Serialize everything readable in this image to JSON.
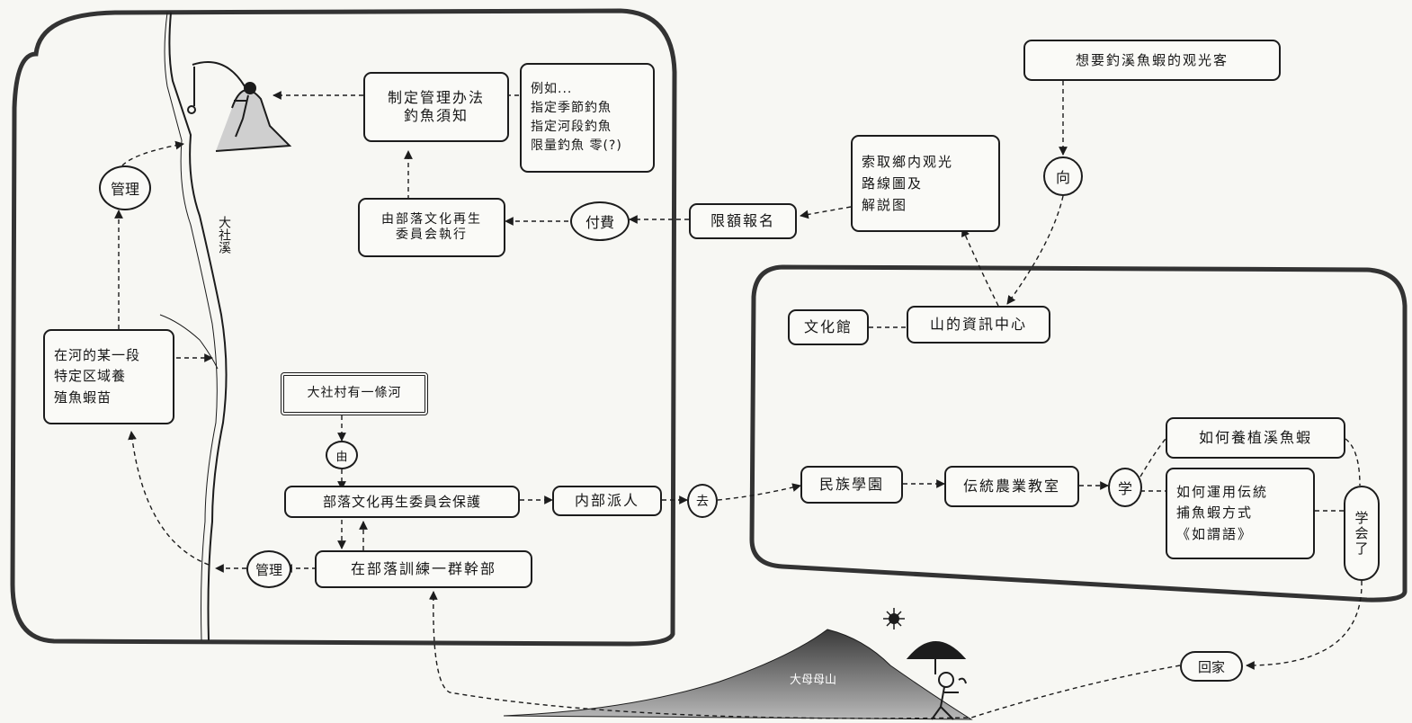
{
  "boxes": {
    "rules": "制定管理办法\n釣魚須知",
    "example": "例如...\n指定季節釣魚\n指定河段釣魚\n限量釣魚 零(?)",
    "tribal_exec": "由部落文化再生\n委員会執行",
    "quota": "限額報名",
    "visitor_info": "索取鄉内观光\n路線圖及\n解説图",
    "tourist": "想要釣溪魚蝦的观光客",
    "breeding": "在河的某一段\n特定区域養\n殖魚蝦苗",
    "river_source": "大社村有一條河",
    "tribal_protect": "部落文化再生委員会保護",
    "dispatch": "内部派人",
    "train": "在部落訓練一群幹部",
    "culture_hall": "文化館",
    "info_center": "山的資訊中心",
    "school": "民族學園",
    "classroom": "伝統農業教室",
    "learn_breed": "如何養植溪魚蝦",
    "learn_catch": "如何運用伝統\n捕魚蝦方式\n《如謂語》"
  },
  "circles": {
    "manage_top": "管理",
    "pay": "付費",
    "to": "向",
    "by": "由",
    "go": "去",
    "manage_bottom": "管理",
    "learn": "学",
    "learned": "学会了",
    "home": "回家"
  },
  "labels": {
    "river_name": "大社溪",
    "mountain": "大母母山"
  }
}
